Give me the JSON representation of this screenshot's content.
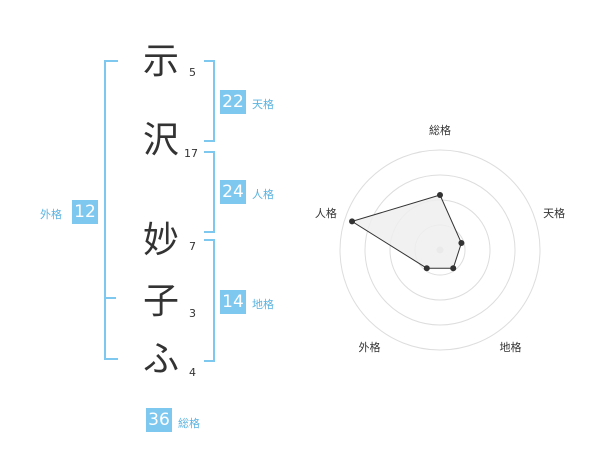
{
  "characters": [
    {
      "char": "示",
      "strokes": "5"
    },
    {
      "char": "沢",
      "strokes": "17"
    },
    {
      "char": "妙",
      "strokes": "7"
    },
    {
      "char": "子",
      "strokes": "3"
    },
    {
      "char": "ふ",
      "strokes": "4"
    }
  ],
  "fortune": {
    "tenkaku": {
      "label": "天格",
      "value": "22"
    },
    "jinkaku": {
      "label": "人格",
      "value": "24"
    },
    "chikaku": {
      "label": "地格",
      "value": "14"
    },
    "gaikaku": {
      "label": "外格",
      "value": "12"
    },
    "soukaku": {
      "label": "総格",
      "value": "36"
    }
  },
  "chart_data": {
    "type": "radar",
    "axes": [
      "総格",
      "天格",
      "地格",
      "外格",
      "人格"
    ],
    "rings": 4,
    "series": [
      {
        "values": [
          2.2,
          0.9,
          0.9,
          0.9,
          3.7
        ]
      }
    ],
    "max": 4
  },
  "colors": {
    "accent": "#7ec8f0",
    "chart_fill": "#eeeeee",
    "chart_line": "#333333",
    "grid": "#dddddd"
  }
}
